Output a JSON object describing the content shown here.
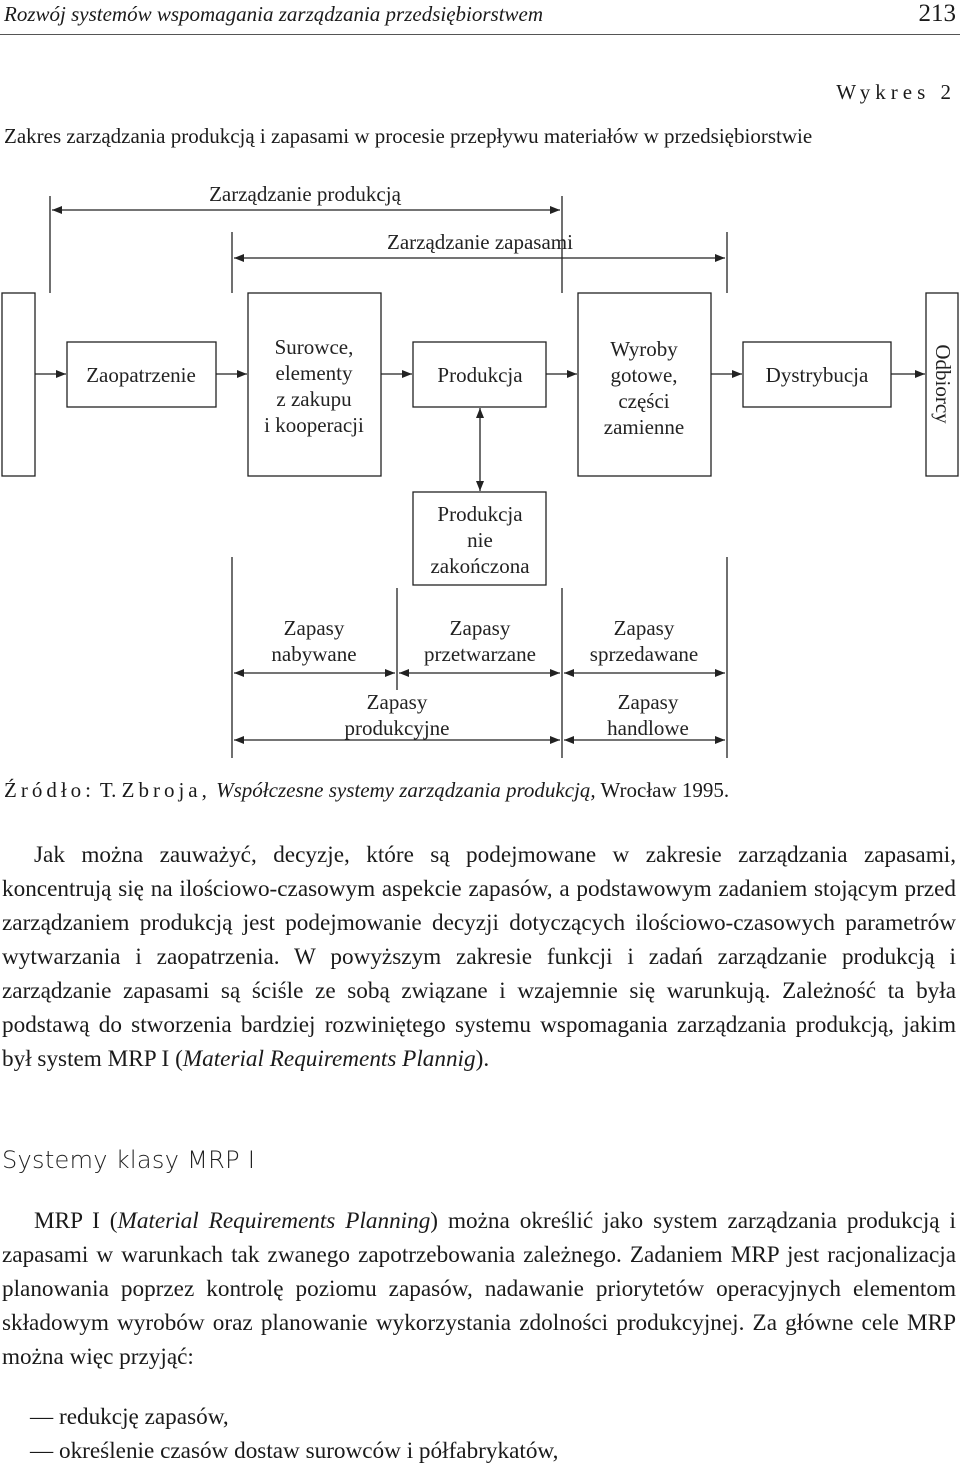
{
  "header": {
    "running_title": "Rozwój systemów wspomagania zarządzania przedsiębiorstwem",
    "page_number": "213"
  },
  "figure": {
    "label": "Wykres 2",
    "title": "Zakres zarządzania produkcją i zapasami w procesie przepływu materiałów w przedsiębiorstwie",
    "range_production": "Zarządzanie produkcją",
    "range_inventory": "Zarządzanie zapasami",
    "flow": {
      "supply": "Zaopatrzenie",
      "raw_lines": [
        "Surowce,",
        "elementy",
        "z zakupu",
        "i kooperacji"
      ],
      "production": "Produkcja",
      "finished_lines": [
        "Wyroby",
        "gotowe,",
        "części",
        "zamienne"
      ],
      "distribution": "Dystrybucja",
      "customers": "Odbiorcy"
    },
    "wip_lines": [
      "Produkcja",
      "nie",
      "zakończona"
    ],
    "stocks": {
      "acquired_lines": [
        "Zapasy",
        "nabywane"
      ],
      "processed_lines": [
        "Zapasy",
        "przetwarzane"
      ],
      "sold_lines": [
        "Zapasy",
        "sprzedawane"
      ],
      "production_lines": [
        "Zapasy",
        "produkcyjne"
      ],
      "trade_lines": [
        "Zapasy",
        "handlowe"
      ]
    },
    "source": {
      "label": "Źródło:",
      "author_initial": "T.",
      "author": "Zbroja,",
      "work": "Współczesne systemy zarządzania produkcją,",
      "place_year": "Wrocław 1995."
    }
  },
  "body": {
    "para1": "Jak można zauważyć, decyzje, które są podejmowane w zakresie zarządzania zapasami, koncentrują się na ilościowo-czasowym aspekcie zapasów, a podstawowym zadaniem stojącym przed zarządzaniem produkcją jest podejmowanie decyzji dotyczących ilościowo-czasowych parametrów wytwarzania i zaopatrzenia. W powyższym zakresie funkcji i zadań zarządzanie produkcją i zarządzanie zapasami są ściśle ze sobą związane i wzajemnie się warunkują. Zależność ta była podstawą do stworzenia bardziej rozwiniętego systemu wspomagania zarządzania produkcją, jakim był system MRP I (",
    "para1_italic": "Material Requirements Plannig",
    "para1_end": ").",
    "section_title": "Systemy klasy MRP I",
    "para2_start": "MRP I (",
    "para2_italic": "Material Requirements Planning",
    "para2": ") można określić jako system zarządzania produkcją i zapasami w warunkach tak zwanego zapotrzebowania zależnego. Zadaniem MRP jest racjonalizacja planowania poprzez kontrolę poziomu zapasów, nadawanie priorytetów operacyjnych elementom składowym wyrobów oraz planowanie wykorzystania zdolności produkcyjnej. Za główne cele MRP można więc przyjąć:",
    "list": [
      "— redukcję zapasów,",
      "— określenie czasów dostaw surowców i półfabrykatów,"
    ]
  }
}
